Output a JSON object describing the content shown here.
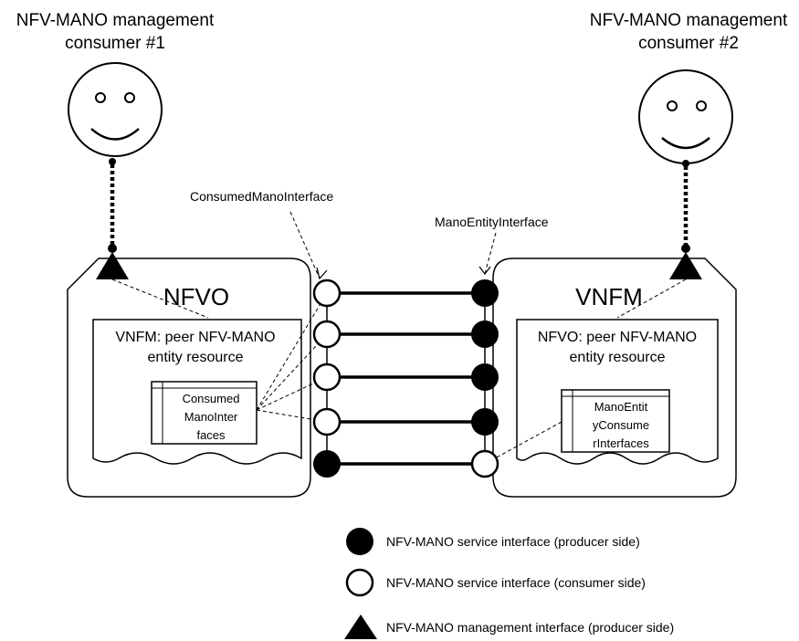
{
  "consumers": [
    {
      "line1": "NFV-MANO management",
      "line2": "consumer #1"
    },
    {
      "line1": "NFV-MANO management",
      "line2": "consumer #2"
    }
  ],
  "entities": {
    "nfvo": {
      "title": "NFVO",
      "resource_line1": "VNFM: peer NFV-MANO",
      "resource_line2": "entity resource",
      "table_lines": [
        "Consumed",
        "ManoInter",
        "faces"
      ]
    },
    "vnfm": {
      "title": "VNFM",
      "resource_line1": "NFVO: peer NFV-MANO",
      "resource_line2": "entity resource",
      "table_lines": [
        "ManoEntit",
        "yConsume",
        "rInterfaces"
      ]
    }
  },
  "callouts": {
    "consumed": "ConsumedManoInterface",
    "entity": "ManoEntityInterface"
  },
  "links": [
    {
      "left": "consumer",
      "right": "producer"
    },
    {
      "left": "consumer",
      "right": "producer"
    },
    {
      "left": "consumer",
      "right": "producer"
    },
    {
      "left": "consumer",
      "right": "producer"
    },
    {
      "left": "producer",
      "right": "consumer"
    }
  ],
  "legend": [
    {
      "symbol": "filled-circle",
      "text": "NFV-MANO service interface (producer side)"
    },
    {
      "symbol": "open-circle",
      "text": "NFV-MANO service interface (consumer side)"
    },
    {
      "symbol": "filled-triangle",
      "text": "NFV-MANO management interface (producer side)"
    }
  ]
}
